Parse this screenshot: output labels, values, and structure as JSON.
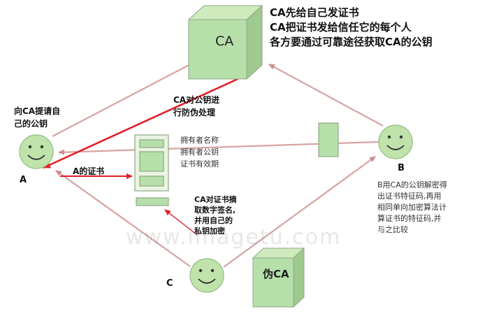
{
  "colors": {
    "box_fill": "#b6dfaa",
    "box_stroke": "#8ea885",
    "face_fill": "#bfe3ab",
    "connector": "#d8a2a2",
    "highlight_arrow": "#e0202a"
  },
  "nodes": {
    "ca_box": "CA",
    "fake_ca_box": "伪CA",
    "a": "A",
    "b": "B",
    "c": "C"
  },
  "annotations": {
    "ca_notes": "CA先给自己发证书\nCA把证书发给信任它的每个人\n各方要通过可靠途径获取CA的公钥",
    "a_request": "向CA提请自\n己的公钥",
    "ca_process": "CA对公钥进\n行防伪处理",
    "cert_info": "拥有者名称\n拥有者公钥\n证书有效期",
    "a_cert": "A的证书",
    "ca_sign": "CA对证书摘\n取数字签名,\n并用自己的\n私钥加密",
    "b_verify": "B用CA的公钥解密得\n出证书特征码,再用\n相同单向加密算法计\n算证书的特征码,并\n与之比较"
  },
  "watermark": "www.imagetu.com",
  "icons": {
    "person": "smiley-face-icon",
    "certificate": "certificate-document-icon",
    "key": "key-card-icon"
  }
}
